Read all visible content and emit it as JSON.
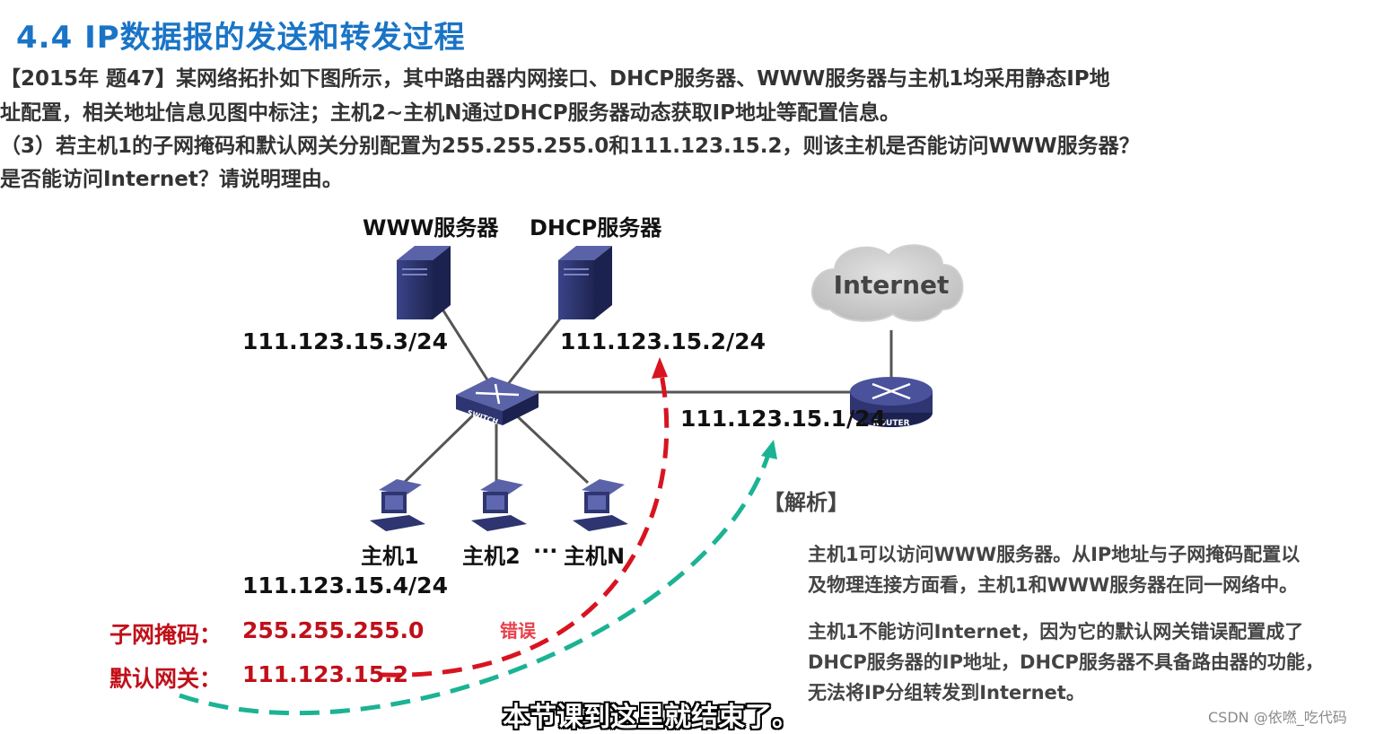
{
  "header": {
    "title": "4.4  IP数据报的发送和转发过程"
  },
  "question": {
    "line1": "【2015年 题47】某网络拓扑如下图所示，其中路由器内网接口、DHCP服务器、WWW服务器与主机1均采用静态IP地",
    "line2": "址配置，相关地址信息见图中标注；主机2~主机N通过DHCP服务器动态获取IP地址等配置信息。",
    "line3": "（3）若主机1的子网掩码和默认网关分别配置为255.255.255.0和111.123.15.2，则该主机是否能访问WWW服务器？",
    "line4": "是否能访问Internet？请说明理由。"
  },
  "diagram": {
    "www_label": "WWW服务器",
    "dhcp_label": "DHCP服务器",
    "www_ip": "111.123.15.3/24",
    "dhcp_ip": "111.123.15.2/24",
    "router_ip": "111.123.15.1/24",
    "internet_label": "Internet",
    "switch_label": "SWITCH",
    "router_label": "ROUTER",
    "host1": "主机1",
    "host2": "主机2",
    "ellipsis": "···",
    "hostN": "主机N",
    "host1_ip": "111.123.15.4/24"
  },
  "config": {
    "mask_label": "子网掩码：",
    "mask_value": "255.255.255.0",
    "gateway_label": "默认网关：",
    "gateway_value": "111.123.15.2",
    "error_tag": "错误"
  },
  "analysis": {
    "heading": "【解析】",
    "p1_line1": "主机1可以访问WWW服务器。从IP地址与子网掩码配置以",
    "p1_line2": "及物理连接方面看，主机1和WWW服务器在同一网络中。",
    "p2_line1": "主机1不能访问Internet，因为它的默认网关错误配置成了",
    "p2_line2": "DHCP服务器的IP地址，DHCP服务器不具备路由器的功能，",
    "p2_line3": "无法将IP分组转发到Internet。"
  },
  "subtitle": "本节课到这里就结束了。",
  "watermark": "CSDN @依嘫_吃代码",
  "colors": {
    "title": "#1a74c6",
    "error": "#c0101a",
    "correct_arrow": "#1bb394",
    "device": "#2e3570"
  }
}
